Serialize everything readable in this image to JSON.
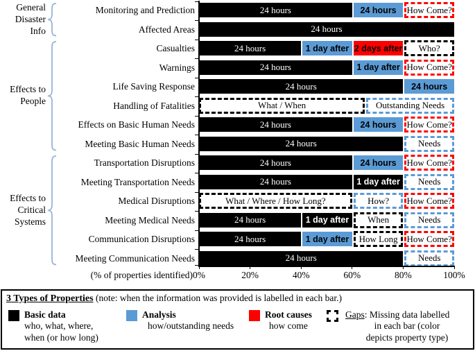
{
  "colors": {
    "basic": "#000000",
    "analysis": "#5B9BD5",
    "root": "#FF0000",
    "brace": "#95B3D7",
    "bar_text_on_dark": "#FFFFFF",
    "bar_text_on_color": "#000000"
  },
  "chart_data": {
    "type": "bar",
    "orientation": "horizontal",
    "stacked": true,
    "xlabel": "(% of properties identified)",
    "xlim": [
      0,
      100
    ],
    "xticks": [
      "0%",
      "20%",
      "40%",
      "60%",
      "80%",
      "100%"
    ],
    "grid": false,
    "groups": [
      {
        "lines": [
          "General",
          "Disaster",
          "Info"
        ],
        "from": 0,
        "to": 1
      },
      {
        "lines": [
          "Effects to",
          "People"
        ],
        "from": 2,
        "to": 7
      },
      {
        "lines": [
          "Effects to",
          "Critical",
          "Systems"
        ],
        "from": 8,
        "to": 13
      }
    ],
    "rows": [
      {
        "category": "Monitoring and Prediction",
        "segments": [
          {
            "type": "basic",
            "gap": false,
            "label": "24 hours",
            "start": 0,
            "end": 60,
            "font": "serif"
          },
          {
            "type": "analysis",
            "gap": false,
            "label": "24 hours",
            "start": 60,
            "end": 80,
            "font": "sans"
          },
          {
            "type": "root",
            "gap": true,
            "label": "How Come?",
            "start": 80,
            "end": 100,
            "font": "serif"
          }
        ]
      },
      {
        "category": "Affected Areas",
        "segments": [
          {
            "type": "basic",
            "gap": false,
            "label": "24 hours",
            "start": 0,
            "end": 100,
            "font": "serif"
          }
        ]
      },
      {
        "category": "Casualties",
        "segments": [
          {
            "type": "basic",
            "gap": false,
            "label": "24 hours",
            "start": 0,
            "end": 40,
            "font": "serif"
          },
          {
            "type": "analysis",
            "gap": false,
            "label": "1 day after",
            "start": 40,
            "end": 60,
            "font": "sans"
          },
          {
            "type": "root",
            "gap": false,
            "label": "2 days after",
            "start": 60,
            "end": 80,
            "font": "sans"
          },
          {
            "type": "basic",
            "gap": true,
            "label": "Who?",
            "start": 80,
            "end": 100,
            "font": "serif"
          }
        ]
      },
      {
        "category": "Warnings",
        "segments": [
          {
            "type": "basic",
            "gap": false,
            "label": "24 hours",
            "start": 0,
            "end": 60,
            "font": "serif"
          },
          {
            "type": "analysis",
            "gap": false,
            "label": "1 day after",
            "start": 60,
            "end": 80,
            "font": "sans"
          },
          {
            "type": "root",
            "gap": true,
            "label": "How Come?",
            "start": 80,
            "end": 100,
            "font": "serif"
          }
        ]
      },
      {
        "category": "Life Saving Response",
        "segments": [
          {
            "type": "basic",
            "gap": false,
            "label": "24 hours",
            "start": 0,
            "end": 80,
            "font": "serif"
          },
          {
            "type": "analysis",
            "gap": false,
            "label": "24 hours",
            "start": 80,
            "end": 100,
            "font": "sans"
          }
        ]
      },
      {
        "category": "Handling of Fatalities",
        "segments": [
          {
            "type": "basic",
            "gap": true,
            "label": "What / When",
            "start": 0,
            "end": 65,
            "font": "serif"
          },
          {
            "type": "analysis",
            "gap": true,
            "label": "Outstanding Needs",
            "start": 65,
            "end": 100,
            "font": "serif"
          }
        ]
      },
      {
        "category": "Effects on Basic Human Needs",
        "segments": [
          {
            "type": "basic",
            "gap": false,
            "label": "24 hours",
            "start": 0,
            "end": 60,
            "font": "serif"
          },
          {
            "type": "analysis",
            "gap": false,
            "label": "24 hours",
            "start": 60,
            "end": 80,
            "font": "sans"
          },
          {
            "type": "root",
            "gap": true,
            "label": "How Come?",
            "start": 80,
            "end": 100,
            "font": "serif"
          }
        ]
      },
      {
        "category": "Meeting Basic Human Needs",
        "segments": [
          {
            "type": "basic",
            "gap": false,
            "label": "24 hours",
            "start": 0,
            "end": 80,
            "font": "serif"
          },
          {
            "type": "analysis",
            "gap": true,
            "label": "Needs",
            "start": 80,
            "end": 100,
            "font": "serif"
          }
        ]
      },
      {
        "category": "Transportation Disruptions",
        "segments": [
          {
            "type": "basic",
            "gap": false,
            "label": "24 hours",
            "start": 0,
            "end": 60,
            "font": "serif"
          },
          {
            "type": "analysis",
            "gap": false,
            "label": "24 hours",
            "start": 60,
            "end": 80,
            "font": "sans"
          },
          {
            "type": "root",
            "gap": true,
            "label": "How Come?",
            "start": 80,
            "end": 100,
            "font": "serif"
          }
        ]
      },
      {
        "category": "Meeting Transportation Needs",
        "segments": [
          {
            "type": "basic",
            "gap": false,
            "label": "24 hours",
            "start": 0,
            "end": 60,
            "font": "serif"
          },
          {
            "type": "basic",
            "gap": false,
            "label": "1 day after",
            "start": 60,
            "end": 80,
            "font": "sans"
          },
          {
            "type": "analysis",
            "gap": true,
            "label": "Needs",
            "start": 80,
            "end": 100,
            "font": "serif"
          }
        ]
      },
      {
        "category": "Medical Disruptions",
        "segments": [
          {
            "type": "basic",
            "gap": true,
            "label": "What / Where / How Long?",
            "start": 0,
            "end": 60,
            "font": "serif"
          },
          {
            "type": "analysis",
            "gap": true,
            "label": "How?",
            "start": 60,
            "end": 80,
            "font": "serif"
          },
          {
            "type": "root",
            "gap": true,
            "label": "How Come?",
            "start": 80,
            "end": 100,
            "font": "serif"
          }
        ]
      },
      {
        "category": "Meeting Medical Needs",
        "segments": [
          {
            "type": "basic",
            "gap": false,
            "label": "24 hours",
            "start": 0,
            "end": 40,
            "font": "serif"
          },
          {
            "type": "basic",
            "gap": false,
            "label": "1 day after",
            "start": 40,
            "end": 60,
            "font": "sans"
          },
          {
            "type": "basic",
            "gap": true,
            "label": "When",
            "start": 60,
            "end": 80,
            "font": "serif"
          },
          {
            "type": "analysis",
            "gap": true,
            "label": "Needs",
            "start": 80,
            "end": 100,
            "font": "serif"
          }
        ]
      },
      {
        "category": "Communication Disruptions",
        "segments": [
          {
            "type": "basic",
            "gap": false,
            "label": "24 hours",
            "start": 0,
            "end": 40,
            "font": "serif"
          },
          {
            "type": "analysis",
            "gap": false,
            "label": "1 day after",
            "start": 40,
            "end": 60,
            "font": "sans"
          },
          {
            "type": "basic",
            "gap": true,
            "label": "How Long",
            "start": 60,
            "end": 80,
            "font": "serif"
          },
          {
            "type": "root",
            "gap": true,
            "label": "How Come?",
            "start": 80,
            "end": 100,
            "font": "serif"
          }
        ]
      },
      {
        "category": "Meeting Communication Needs",
        "segments": [
          {
            "type": "basic",
            "gap": false,
            "label": "24 hours",
            "start": 0,
            "end": 80,
            "font": "serif"
          },
          {
            "type": "analysis",
            "gap": true,
            "label": "Needs",
            "start": 80,
            "end": 100,
            "font": "serif"
          }
        ]
      }
    ]
  },
  "legend": {
    "title": "3 Types of Properties",
    "note": " (note: when the information was provided is labelled in each bar.)",
    "items": [
      {
        "name": "Basic data",
        "lines": [
          "who, what, where,",
          "when (or how long)"
        ]
      },
      {
        "name": "Analysis",
        "lines": [
          "how/outstanding needs"
        ]
      },
      {
        "name": "Root causes",
        "lines": [
          "how come"
        ]
      },
      {
        "name": "Gaps",
        "inline": ": Missing data labelled",
        "lines": [
          "in each bar (color",
          "depicts property type)"
        ]
      }
    ]
  }
}
